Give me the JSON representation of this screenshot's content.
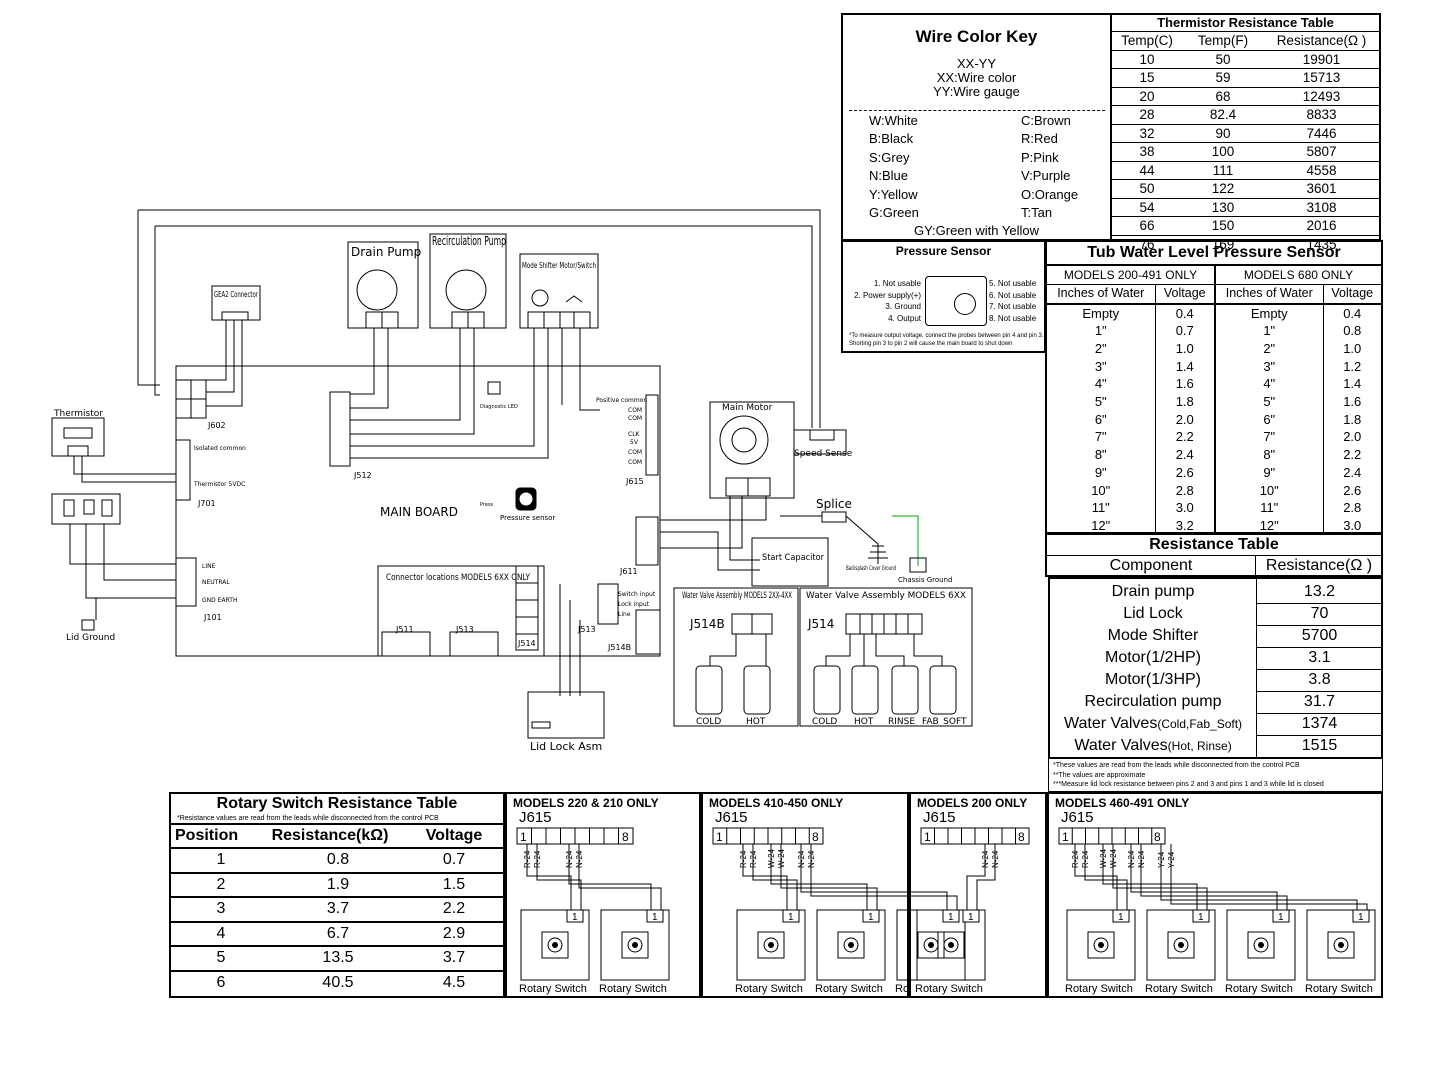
{
  "wire_key": {
    "title": "Wire Color Key",
    "format": "XX-YY",
    "xx": "XX:Wire color",
    "yy": "YY:Wire gauge",
    "left": [
      "W:White",
      "B:Black",
      "S:Grey",
      "N:Blue",
      "Y:Yellow",
      "G:Green"
    ],
    "right": [
      "C:Brown",
      "R:Red",
      "P:Pink",
      "V:Purple",
      "O:Orange",
      "T:Tan"
    ],
    "last": "GY:Green with Yellow"
  },
  "thermistor_table": {
    "title": "Thermistor Resistance Table",
    "headers": [
      "Temp(C)",
      "Temp(F)",
      "Resistance(Ω )"
    ],
    "rows": [
      [
        "10",
        "50",
        "19901"
      ],
      [
        "15",
        "59",
        "15713"
      ],
      [
        "20",
        "68",
        "12493"
      ],
      [
        "28",
        "82.4",
        "8833"
      ],
      [
        "32",
        "90",
        "7446"
      ],
      [
        "38",
        "100",
        "5807"
      ],
      [
        "44",
        "111",
        "4558"
      ],
      [
        "50",
        "122",
        "3601"
      ],
      [
        "54",
        "130",
        "3108"
      ],
      [
        "66",
        "150",
        "2016"
      ],
      [
        "76",
        "169",
        "1435"
      ]
    ]
  },
  "pressure_sensor": {
    "title": "Pressure Sensor",
    "left_pins": [
      "1. Not usable",
      "2. Power supply(+)",
      "3. Ground",
      "4. Output"
    ],
    "right_pins": [
      "5. Not usable",
      "6. Not usable",
      "7. Not usable",
      "8. Not usable"
    ],
    "note": "*To measure output voltage, connect the probes between pin 4 and pin 3. Shorting pin 3 to pin 2 will cause the main board to shut down"
  },
  "tub_table": {
    "title": "Tub Water Level Pressure Sensor",
    "group1": "MODELS 200-491 ONLY",
    "group2": "MODELS 680 ONLY",
    "headers": [
      "Inches of Water",
      "Voltage",
      "Inches of Water",
      "Voltage"
    ],
    "rows": [
      [
        "Empty",
        "0.4",
        "Empty",
        "0.4"
      ],
      [
        "1\"",
        "0.7",
        "1\"",
        "0.8"
      ],
      [
        "2\"",
        "1.0",
        "2\"",
        "1.0"
      ],
      [
        "3\"",
        "1.4",
        "3\"",
        "1.2"
      ],
      [
        "4\"",
        "1.6",
        "4\"",
        "1.4"
      ],
      [
        "5\"",
        "1.8",
        "5\"",
        "1.6"
      ],
      [
        "6\"",
        "2.0",
        "6\"",
        "1.8"
      ],
      [
        "7\"",
        "2.2",
        "7\"",
        "2.0"
      ],
      [
        "8\"",
        "2.4",
        "8\"",
        "2.2"
      ],
      [
        "9\"",
        "2.6",
        "9\"",
        "2.4"
      ],
      [
        "10\"",
        "2.8",
        "10\"",
        "2.6"
      ],
      [
        "11\"",
        "3.0",
        "11\"",
        "2.8"
      ],
      [
        "12\"",
        "3.2",
        "12\"",
        "3.0"
      ]
    ]
  },
  "resistance_table": {
    "title": "Resistance Table",
    "headers": [
      "Component",
      "Resistance(Ω )"
    ],
    "rows": [
      [
        "Drain pump",
        "13.2"
      ],
      [
        "Lid Lock",
        "70"
      ],
      [
        "Mode Shifter",
        "5700"
      ],
      [
        "Motor(1/2HP)",
        "3.1"
      ],
      [
        "Motor(1/3HP)",
        "3.8"
      ],
      [
        "Recirculation pump",
        "31.7"
      ],
      [
        "Water Valves",
        "1374"
      ],
      [
        "Water Valves",
        "1515"
      ]
    ],
    "row_subs": [
      "",
      "",
      "",
      "",
      "",
      "",
      "(Cold,Fab_Soft)",
      "(Hot, Rinse)"
    ],
    "notes": [
      "*These values are read from the leads while disconnected from the control PCB",
      "**The values are approximate",
      "***Measure lid lock resistance between pins 2 and 3 and pins 1 and 3 while lid is closed"
    ]
  },
  "rotary_table": {
    "title": "Rotary Switch Resistance Table",
    "note": "*Resistance values are read from the leads while disconnected from the control PCB",
    "headers": [
      "Position",
      "Resistance(kΩ)",
      "Voltage"
    ],
    "rows": [
      [
        "1",
        "0.8",
        "0.7"
      ],
      [
        "2",
        "1.9",
        "1.5"
      ],
      [
        "3",
        "3.7",
        "2.2"
      ],
      [
        "4",
        "6.7",
        "2.9"
      ],
      [
        "5",
        "13.5",
        "3.7"
      ],
      [
        "6",
        "40.5",
        "4.5"
      ]
    ]
  },
  "rotary_panels": [
    {
      "title": "MODELS 220 & 210 ONLY",
      "connector": "J615",
      "pin_first": "1",
      "pin_last": "8",
      "switch_label": "Rotary Switch",
      "wires": [
        "R-24",
        "R-24",
        "N-24",
        "N-24"
      ]
    },
    {
      "title": "MODELS 410-450 ONLY",
      "connector": "J615",
      "pin_first": "1",
      "pin_last": "8",
      "switch_label": "Rotary Switch",
      "wires": [
        "R-24",
        "R-24",
        "W-24",
        "W-24",
        "N-24",
        "N-24"
      ]
    },
    {
      "title": "MODELS 200 ONLY",
      "connector": "J615",
      "pin_first": "1",
      "pin_last": "8",
      "switch_label": "Rotary Switch",
      "wires": [
        "N-24",
        "N-24"
      ]
    },
    {
      "title": "MODELS 460-491 ONLY",
      "connector": "J615",
      "pin_first": "1",
      "pin_last": "8",
      "switch_label": "Rotary Switch",
      "wires": [
        "R-24",
        "R-24",
        "W-24",
        "W-24",
        "N-24",
        "N-24",
        "Y-24",
        "Y-24"
      ]
    }
  ],
  "panel_extra": {
    "rotary_cut": "Ro",
    "pin_one": "1"
  },
  "schematic": {
    "drain_pump": "Drain Pump",
    "recirc_pump": "Recirculation Pump",
    "mode_shifter": "Mode Shifter Motor/Switch",
    "gea2": "GEA2 Connector",
    "thermistor": "Thermistor",
    "j602": "J602",
    "j701": "J701",
    "j101": "J101",
    "j512": "J512",
    "j615": "J615",
    "j611": "J611",
    "j511": "J511",
    "j513": "J513",
    "j514": "J514",
    "j513b": "J513",
    "j514b": "J514B",
    "main_board": "MAIN BOARD",
    "main_motor": "Main Motor",
    "speed_sense": "Speed Sense",
    "splice": "Splice",
    "start_capacitor": "Start Capacitor",
    "backsplash_ground": "Backsplash Cover Ground",
    "chassis_ground": "Chassis Ground",
    "connector_locations": "Connector locations MODELS 6XX ONLY",
    "lid_ground": "Lid Ground",
    "lid_lock_asm": "Lid Lock Asm",
    "pressure_sensor_lbl": "Pressure sensor",
    "diagnostic_led": "Diagnostic LED",
    "isolated_common": "Isolated common",
    "thermistor_5v": "Thermistor 5VDC",
    "line": "LINE",
    "neutral": "NEUTRAL",
    "gnd_earth": "GND EARTH",
    "positive_common": "Positive common",
    "com": "COM",
    "clk": "CLK",
    "five_v": "5V",
    "switch_input": "Switch input",
    "lock_input": "Lock input",
    "line2": "Line",
    "wv_2xx_title": "Water Valve Assembly MODELS 2XX-4XX",
    "wv_6xx_title": "Water Valve Assembly MODELS 6XX",
    "j514b_label": "J514B",
    "j514_label": "J514",
    "cold": "COLD",
    "hot": "HOT",
    "rinse": "RINSE",
    "fab_soft": "FAB_SOFT",
    "press": "Press"
  }
}
